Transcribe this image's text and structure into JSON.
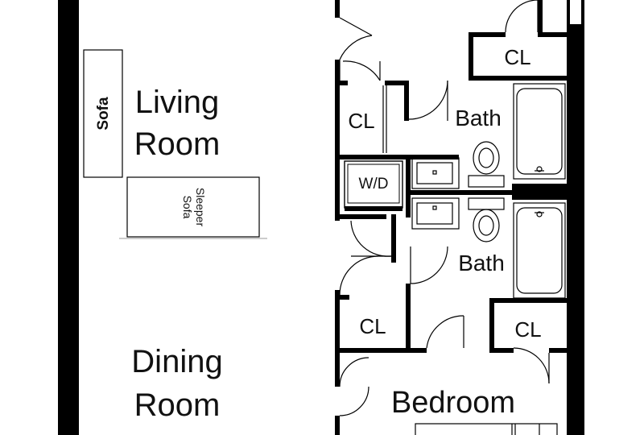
{
  "plan": {
    "colors": {
      "wall": "#000000",
      "line": "#000000",
      "background": "#ffffff"
    },
    "rooms": {
      "living": [
        "Living",
        "Room"
      ],
      "dining": [
        "Dining",
        "Room"
      ],
      "bedroom": "Bedroom",
      "bath_upper": "Bath",
      "bath_lower": "Bath"
    },
    "closets": {
      "top_right": "CL",
      "left_mid": "CL",
      "left_lower": "CL",
      "right_lower": "CL"
    },
    "furniture": {
      "sofa": "Sofa",
      "sleeper_sofa": [
        "Sleeper",
        "Sofa"
      ],
      "washer_dryer": "W/D"
    },
    "icons": [
      "door-swing-icon",
      "toilet-icon",
      "sink-icon",
      "bathtub-icon"
    ]
  }
}
